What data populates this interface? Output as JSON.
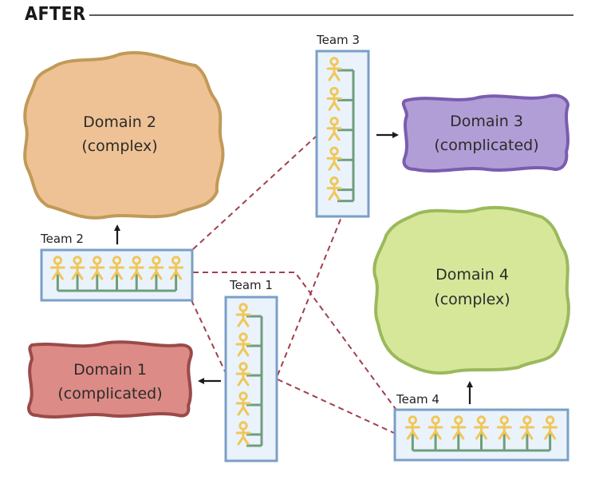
{
  "header": {
    "title": "AFTER"
  },
  "colors": {
    "team_border": "#7b9fc7",
    "team_fill": "#eaf3fb",
    "person": "#f0c75a",
    "connector": "#6f9e7e",
    "dashed_link": "#a0404e",
    "arrow": "#1a1a1a"
  },
  "teams": [
    {
      "id": "team1",
      "label": "Team 1",
      "members": 5,
      "orientation": "vertical"
    },
    {
      "id": "team2",
      "label": "Team 2",
      "members": 7,
      "orientation": "horizontal"
    },
    {
      "id": "team3",
      "label": "Team 3",
      "members": 5,
      "orientation": "vertical"
    },
    {
      "id": "team4",
      "label": "Team 4",
      "members": 7,
      "orientation": "horizontal"
    }
  ],
  "domains": [
    {
      "id": "domain1",
      "name": "Domain 1",
      "type": "(complicated)",
      "fill": "#dd8b86",
      "stroke": "#9a4a4a"
    },
    {
      "id": "domain2",
      "name": "Domain 2",
      "type": "(complex)",
      "fill": "#eec295",
      "stroke": "#c19a58"
    },
    {
      "id": "domain3",
      "name": "Domain 3",
      "type": "(complicated)",
      "fill": "#b29ed6",
      "stroke": "#7a5cb0"
    },
    {
      "id": "domain4",
      "name": "Domain 4",
      "type": "(complex)",
      "fill": "#d6e79a",
      "stroke": "#9bb95c"
    }
  ],
  "ownership": [
    {
      "team": "team1",
      "domain": "domain1"
    },
    {
      "team": "team2",
      "domain": "domain2"
    },
    {
      "team": "team3",
      "domain": "domain3"
    },
    {
      "team": "team4",
      "domain": "domain4"
    }
  ],
  "links": [
    {
      "from": "team2",
      "to": "team3"
    },
    {
      "from": "team2",
      "to": "team1"
    },
    {
      "from": "team2",
      "to": "team4"
    },
    {
      "from": "team1",
      "to": "team3"
    },
    {
      "from": "team1",
      "to": "team4"
    }
  ]
}
